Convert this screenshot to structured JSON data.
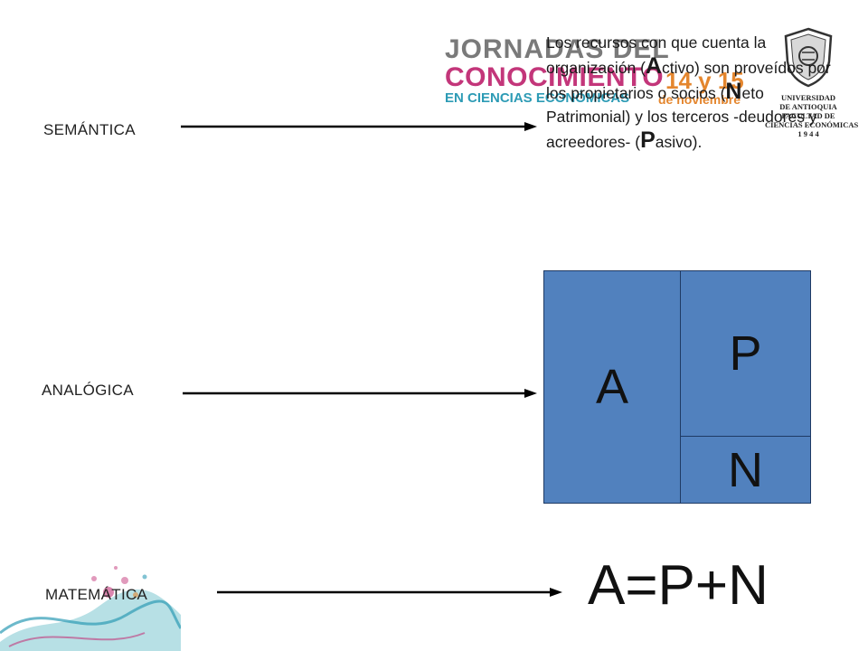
{
  "branding": {
    "line1": "JORNADAS DEL",
    "line2": "CONOCIMIENTO",
    "line3": "EN CIENCIAS ECONÓMICAS",
    "dates": "14 y 15",
    "month": "de noviembre",
    "university_lines": [
      "UNIVERSIDAD",
      "DE ANTIOQUIA",
      "FACULTAD DE",
      "CIENCIAS ECONÓMICAS",
      "1 9 4 4"
    ]
  },
  "labels": {
    "semantica": "SEMÁNTICA",
    "analogica": "ANALÓGICA",
    "matematica": "MATEMÁTICA"
  },
  "description": {
    "p1": "Los recursos con que cuenta la organización (",
    "a_letter": "A",
    "p2": "ctivo) son proveídos por los propietarios o socios (",
    "n_letter": "N",
    "p3": "eto Patrimonial) y los terceros -deudores y acreedores- (",
    "p_letter": "P",
    "p4": "asivo)."
  },
  "boxes": {
    "a": "A",
    "p": "P",
    "n": "N"
  },
  "equation": "A=P+N",
  "colors": {
    "box_fill": "#5181be",
    "box_border": "#1f3a64",
    "brand_gray": "#7a7a7a",
    "brand_magenta": "#c3367a",
    "brand_teal": "#2d9bb5",
    "brand_orange": "#e4862e"
  }
}
